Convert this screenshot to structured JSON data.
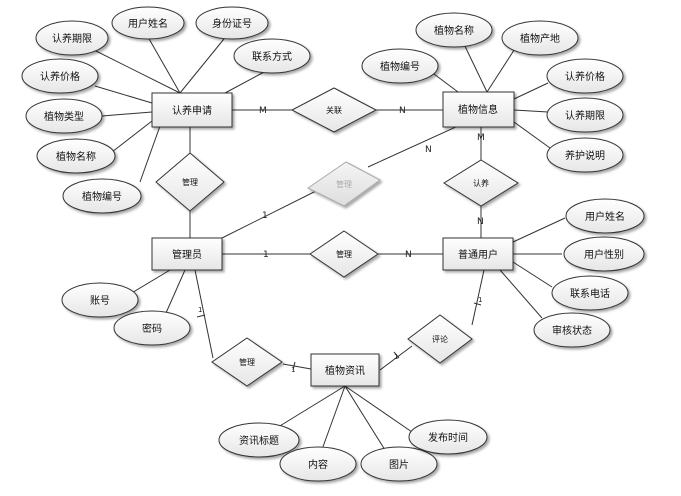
{
  "entities": {
    "apply": "认养申请",
    "plant": "植物信息",
    "admin": "管理员",
    "user": "普通用户",
    "news": "植物资讯"
  },
  "relations": {
    "assoc": "关联",
    "mgr_apply": "管理",
    "mgr_plant": "管理",
    "adopt": "认养",
    "mgr_user": "管理",
    "mgr_news": "管理",
    "comment": "评论"
  },
  "attributes": {
    "apply": [
      "认养期限",
      "用户姓名",
      "身份证号",
      "联系方式",
      "认养价格",
      "植物类型",
      "植物名称",
      "植物编号"
    ],
    "plant": [
      "植物名称",
      "植物产地",
      "植物编号",
      "认养价格",
      "认养期限",
      "养护说明"
    ],
    "admin": [
      "账号",
      "密码"
    ],
    "user": [
      "用户姓名",
      "用户性别",
      "联系电话",
      "审核状态"
    ],
    "news": [
      "资讯标题",
      "内容",
      "图片",
      "发布时间"
    ]
  },
  "cardinalities": {
    "apply_assoc": "M",
    "assoc_plant": "N",
    "plant_adopt": "M",
    "adopt_user": "N",
    "admin_mgrplant": "1",
    "mgrplant_plant": "N",
    "admin_mgruser": "1",
    "mgruser_user": "N",
    "admin_mgrnews": "1",
    "mgrnews_news": "1",
    "news_comment": "1",
    "comment_user": "1"
  }
}
